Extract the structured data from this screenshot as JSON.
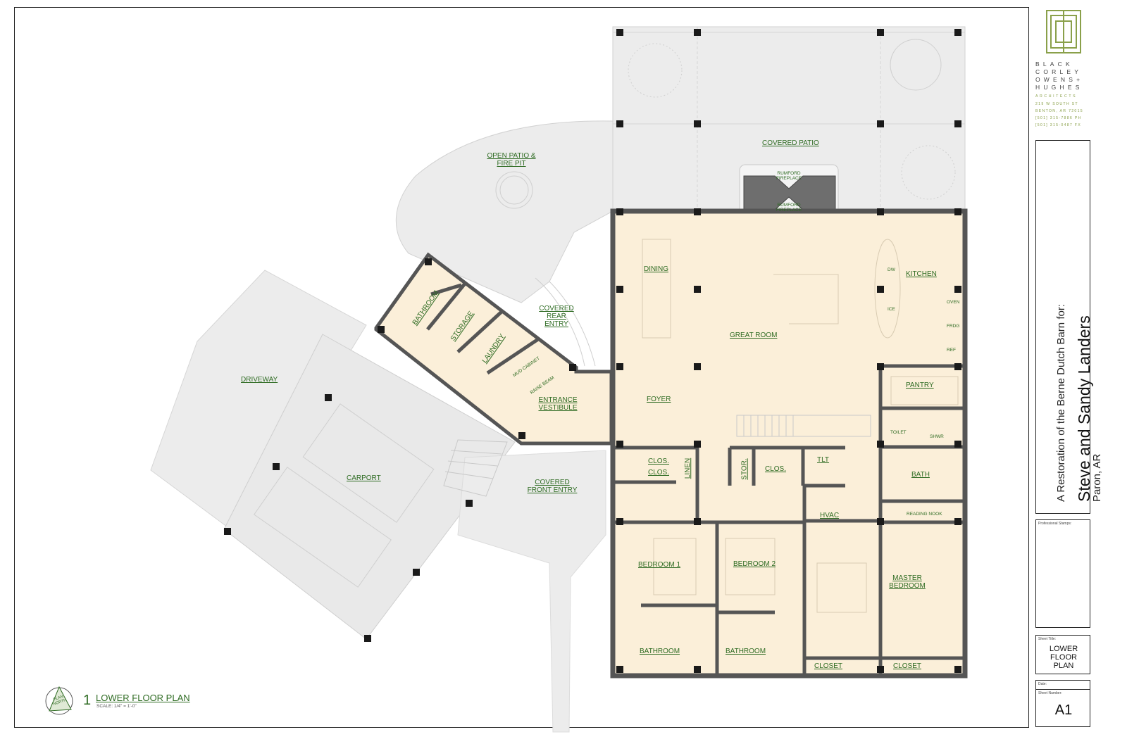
{
  "sheet": {
    "project_line1": "A Restoration of the Berne Dutch Barn for:",
    "project_client": "Steve and Sandy Landers",
    "project_location": "Paron, AR",
    "stamps_label": "Professional Stamps:",
    "sheet_title_label": "Sheet Title:",
    "sheet_title": "LOWER FLOOR PLAN",
    "date_label": "Date:",
    "sheet_number_label": "Sheet Number:",
    "sheet_number": "A1"
  },
  "firm": {
    "line1": "BLACK",
    "line2": "CORLEY",
    "line3": "OWENS+",
    "line4": "HUGHES",
    "line5": "ARCHITECTS",
    "address": "219 W SOUTH ST",
    "city": "BENTON, AR 72015",
    "phone": "[501] 315-7886 PH",
    "fax": "[501] 315-0487 FX"
  },
  "drawing": {
    "number": "1",
    "title": "LOWER FLOOR PLAN",
    "scale": "SCALE: 1/4\" = 1'-0\"",
    "north_label": "PLAN NORTH"
  },
  "rooms": {
    "covered_patio": "COVERED PATIO",
    "open_patio": "OPEN PATIO & FIRE PIT",
    "rumford_upper": "RUMFORD FIREPLACE",
    "rumford_lower": "RUMFORD FIREPLACE",
    "dining": "DINING",
    "kitchen": "KITCHEN",
    "great_room": "GREAT ROOM",
    "pantry": "PANTRY",
    "foyer": "FOYER",
    "bathroom_rear": "BATHROOM",
    "storage": "STORAGE",
    "laundry": "LAUNDRY",
    "mud_cabinet": "MUD CABINET",
    "raise_beam": "RAISE BEAM",
    "covered_rear_entry": "COVERED REAR ENTRY",
    "entrance_vestibule": "ENTRANCE VESTIBULE",
    "driveway": "DRIVEWAY",
    "carport": "CARPORT",
    "covered_front_entry": "COVERED FRONT ENTRY",
    "clos1": "CLOS.",
    "clos2": "CLOS.",
    "linen": "LINEN",
    "stor": "STOR.",
    "clos3": "CLOS.",
    "tlt": "TLT",
    "toilet": "TOILET",
    "shwr": "SHWR",
    "bath": "BATH",
    "reading_nook": "READING NOOK",
    "hvac": "HVAC",
    "bedroom1": "BEDROOM 1",
    "bedroom2": "BEDROOM 2",
    "master_bedroom": "MASTER BEDROOM",
    "bathroom1": "BATHROOM",
    "bathroom2": "BATHROOM",
    "closet1": "CLOSET",
    "closet2": "CLOSET",
    "dw": "DW",
    "ice": "ICE",
    "oven": "OVEN",
    "frdg": "FRDG",
    "ref": "REF"
  },
  "colors": {
    "interior_fill": "#fbefd9",
    "paving_fill": "#ececec",
    "wall": "#555555",
    "label_green": "#2e6b22",
    "logo_green": "#8aa04a"
  }
}
